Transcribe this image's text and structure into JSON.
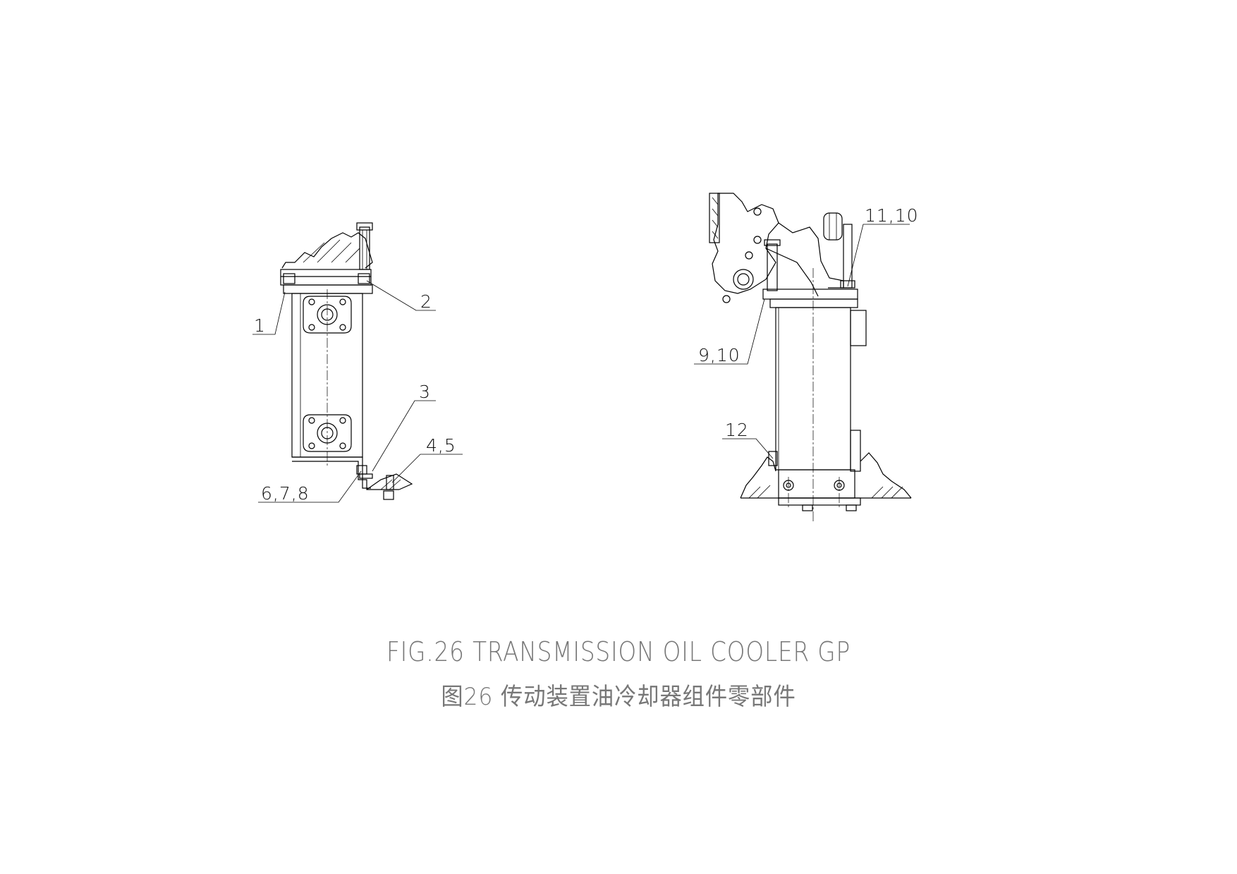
{
  "figure": {
    "caption_en": "FIG.26 TRANSMISSION OIL COOLER GP",
    "caption_cn": "图26  传动装置油冷却器组件零部件"
  },
  "callouts": {
    "c1": "1",
    "c2": "2",
    "c3": "3",
    "c45": "4,5",
    "c678": "6,7,8",
    "c1110": "11,10",
    "c910": "9,10",
    "c12": "12"
  }
}
